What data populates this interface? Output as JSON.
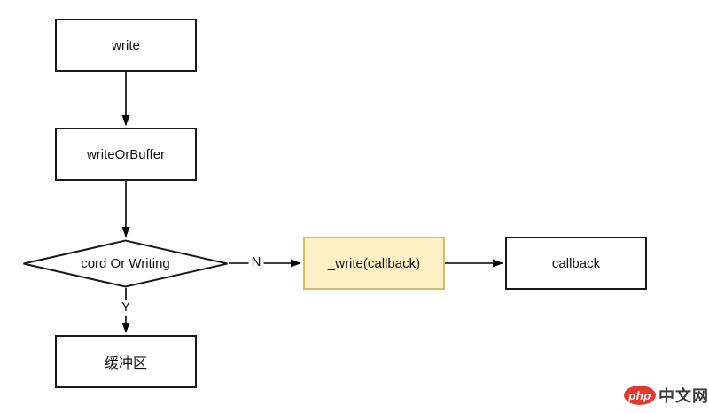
{
  "diagram": {
    "nodes": {
      "write": {
        "label": "write",
        "type": "process"
      },
      "write_or_buffer": {
        "label": "writeOrBuffer",
        "type": "process"
      },
      "decision": {
        "label": "cord Or Writing",
        "type": "decision"
      },
      "buffer": {
        "label": "缓冲区",
        "type": "process"
      },
      "write_callback": {
        "label": "_write(callback)",
        "type": "process-highlighted"
      },
      "callback": {
        "label": "callback",
        "type": "process"
      }
    },
    "edge_labels": {
      "no": "N",
      "yes": "Y"
    },
    "flow": [
      "write -> writeOrBuffer",
      "writeOrBuffer -> cord Or Writing",
      "cord Or Writing -N-> _write(callback)",
      "cord Or Writing -Y-> 缓冲区",
      "_write(callback) -> callback"
    ]
  },
  "watermark": {
    "logo": "php",
    "site": "中文网"
  },
  "theme": {
    "node-border": "#1a1a1a",
    "edge-color": "#000000",
    "highlight-fill": "#fdf0c5",
    "highlight-border": "#d9bb67",
    "logo-red": "#e33a30",
    "logo-text": "#3c3c3c",
    "canvas-bg": "#ffffff"
  }
}
